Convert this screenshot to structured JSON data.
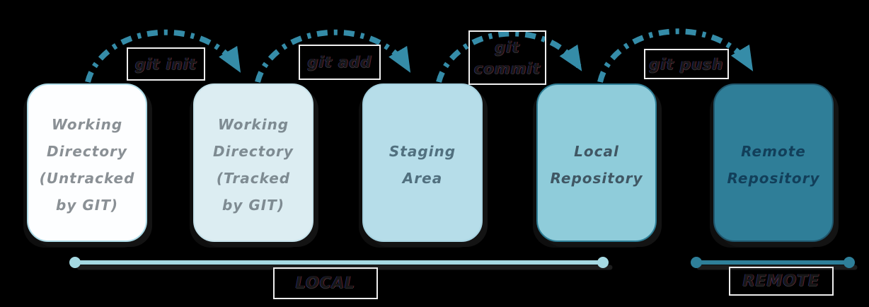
{
  "diagram": {
    "description": "Git workflow diagram",
    "background_color": "#000000",
    "arrow_color": "#358ca8",
    "nodes": [
      {
        "label": "Working\nDirectory\n(Untracked\nby GIT)",
        "fill": "#fdfeff",
        "border": "#aedbe7",
        "text_color": "#8a9095"
      },
      {
        "label": "Working\nDirectory\n(Tracked\nby GIT)",
        "fill": "#dcedf2",
        "border": "#c6e2ea",
        "text_color": "#7e8b92"
      },
      {
        "label": "Staging\nArea",
        "fill": "#b6dde9",
        "border": "#a6d2e0",
        "text_color": "#51707f"
      },
      {
        "label": "Local\nRepository",
        "fill": "#8fccda",
        "border": "#2e7e96",
        "text_color": "#405764"
      },
      {
        "label": "Remote\nRepository",
        "fill": "#2f7e98",
        "border": "#20566c",
        "text_color": "#123f5a"
      }
    ],
    "commands": [
      {
        "label": "git  init"
      },
      {
        "label": "git  add"
      },
      {
        "label": "git\ncommit"
      },
      {
        "label": "git  push"
      }
    ],
    "regions": [
      {
        "label": "LOCAL",
        "line_color": "#a5d9e2"
      },
      {
        "label": "REMOTE",
        "line_color": "#2e7f99"
      }
    ]
  }
}
